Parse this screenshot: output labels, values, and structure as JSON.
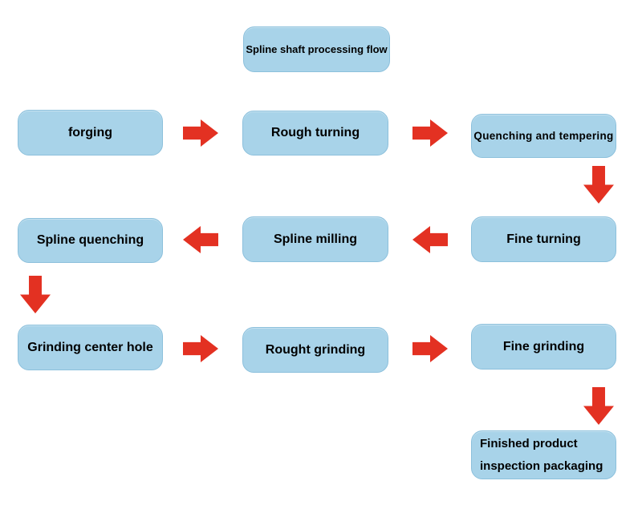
{
  "diagram": {
    "title": "Spline shaft processing flow",
    "nodes": [
      {
        "id": "forging",
        "label": "forging"
      },
      {
        "id": "rough-turning",
        "label": "Rough turning"
      },
      {
        "id": "quenching-and-tempering",
        "label": "Quenching and tempering"
      },
      {
        "id": "fine-turning",
        "label": "Fine turning"
      },
      {
        "id": "spline-milling",
        "label": "Spline milling"
      },
      {
        "id": "spline-quenching",
        "label": "Spline quenching"
      },
      {
        "id": "grinding-center-hole",
        "label": "Grinding center hole"
      },
      {
        "id": "rought-grinding",
        "label": "Rought grinding"
      },
      {
        "id": "fine-grinding",
        "label": "Fine grinding"
      },
      {
        "id": "finished-product",
        "label": "Finished product inspection packaging"
      }
    ],
    "edges": [
      {
        "from": "forging",
        "to": "rough-turning",
        "direction": "right"
      },
      {
        "from": "rough-turning",
        "to": "quenching-and-tempering",
        "direction": "right"
      },
      {
        "from": "quenching-and-tempering",
        "to": "fine-turning",
        "direction": "down"
      },
      {
        "from": "fine-turning",
        "to": "spline-milling",
        "direction": "left"
      },
      {
        "from": "spline-milling",
        "to": "spline-quenching",
        "direction": "left"
      },
      {
        "from": "spline-quenching",
        "to": "grinding-center-hole",
        "direction": "down"
      },
      {
        "from": "grinding-center-hole",
        "to": "rought-grinding",
        "direction": "right"
      },
      {
        "from": "rought-grinding",
        "to": "fine-grinding",
        "direction": "right"
      },
      {
        "from": "fine-grinding",
        "to": "finished-product",
        "direction": "down"
      }
    ],
    "colors": {
      "box_fill": "#a8d3e9",
      "box_border": "#8cc0dc",
      "arrow_red": "#e33122",
      "text": "#000000",
      "background": "#ffffff"
    }
  }
}
